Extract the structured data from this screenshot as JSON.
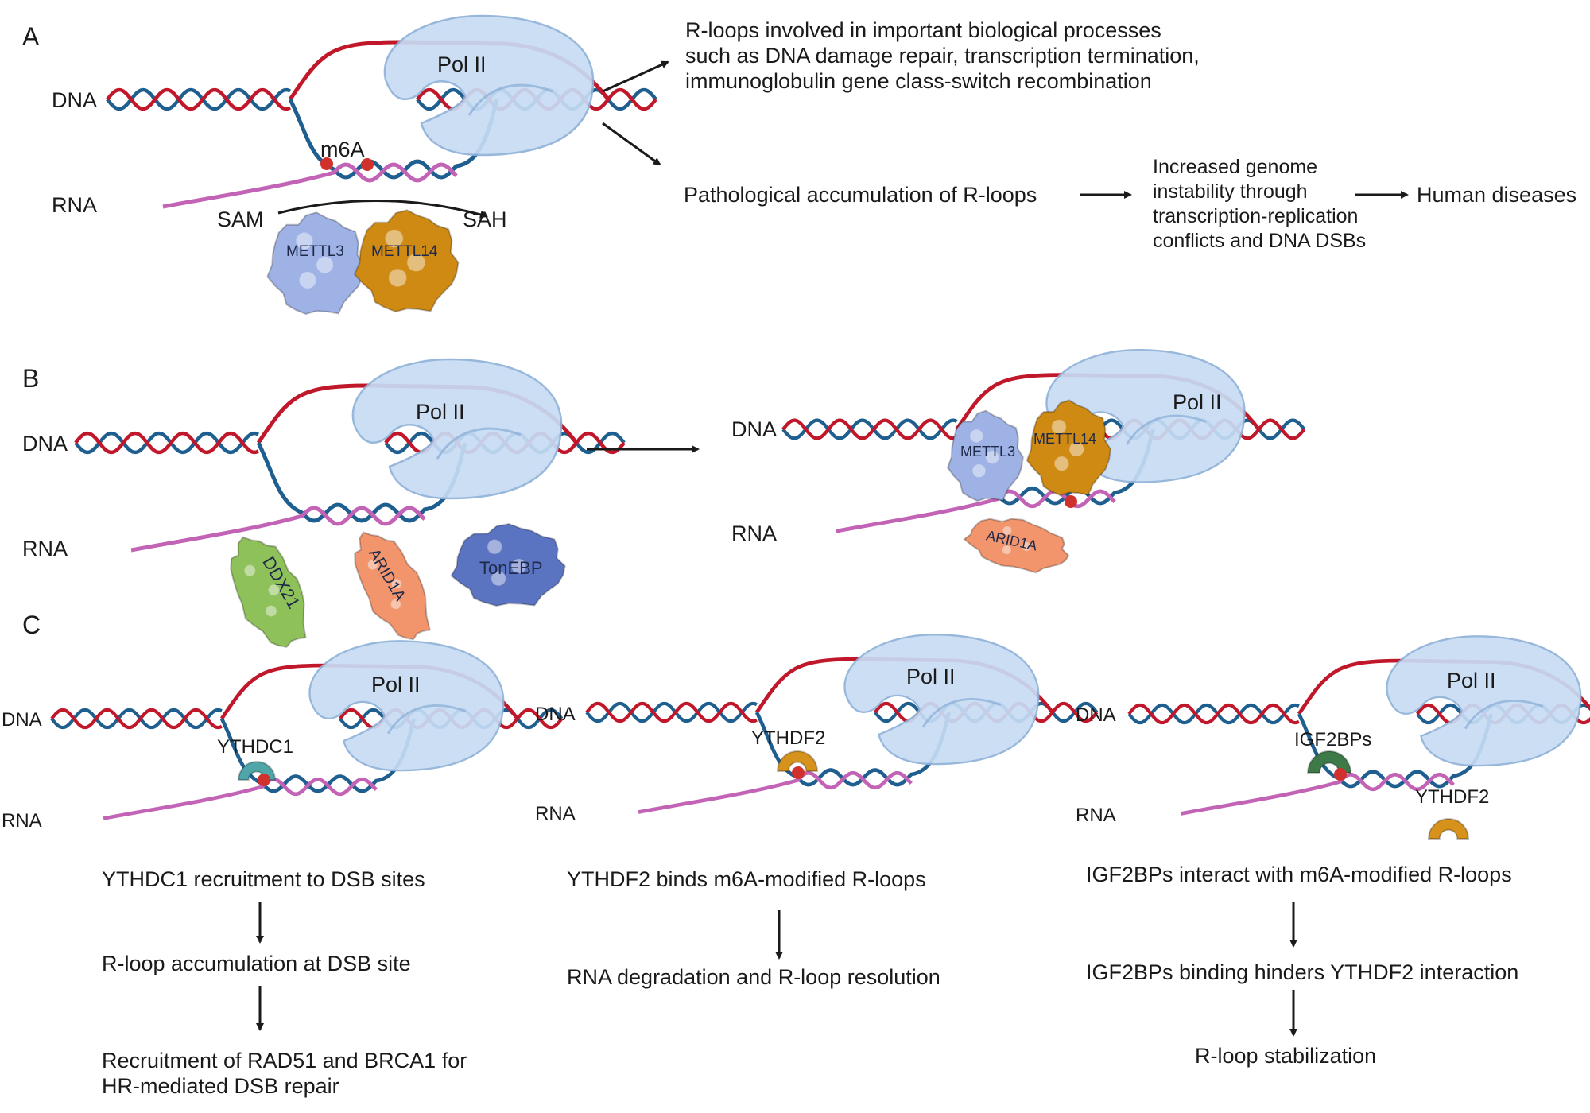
{
  "colors": {
    "dna_red": "#c0182a",
    "dna_blue": "#1f5f8f",
    "rna": "#c263b5",
    "pol2": "#c7dcf4",
    "m6a": "#d0312d",
    "mettl3": "#9fb2e6",
    "mettl14": "#cf8a14",
    "arid1a": "#f2956d",
    "ddx21": "#8fc15a",
    "tonebp": "#5b74c2",
    "ythdc1": "#4fa6a8",
    "ythdf2": "#d6921a",
    "igf2bps": "#3d7a48"
  },
  "icons": [
    "dna-helix-icon",
    "rna-strand-icon",
    "pol-ii-icon",
    "m6a-mark-icon",
    "protein-blob-icon",
    "arrow-icon"
  ],
  "panels": {
    "A": {
      "letter": "A",
      "dna": "DNA",
      "rna": "RNA",
      "pol": "Pol II",
      "m6a": "m6A",
      "sam": "SAM",
      "sah": "SAH",
      "mettl3": "METTL3",
      "mettl14": "METTL14",
      "outcome1": "R-loops involved in important biological processes such as DNA damage repair, transcription termination, immunoglobulin gene class-switch recombination",
      "outcome2": "Pathological accumulation of R-loops",
      "outcome3": "Increased genome instability through transcription-replication conflicts and DNA DSBs",
      "outcome4": "Human diseases"
    },
    "B": {
      "letter": "B",
      "dna": "DNA",
      "rna": "RNA",
      "pol": "Pol II",
      "ddx21": "DDX21",
      "arid1a": "ARID1A",
      "tonebp": "TonEBP",
      "dna2": "DNA",
      "rna2": "RNA",
      "pol2": "Pol II",
      "mettl3": "METTL3",
      "mettl14": "METTL14",
      "arid1a2": "ARID1A"
    },
    "C": {
      "letter": "C",
      "left": {
        "dna": "DNA",
        "rna": "RNA",
        "pol": "Pol II",
        "reader": "YTHDC1",
        "steps": [
          "YTHDC1 recruitment to DSB sites",
          "R-loop accumulation at DSB site",
          "Recruitment of RAD51 and BRCA1 for HR-mediated DSB repair"
        ]
      },
      "middle": {
        "dna": "DNA",
        "rna": "RNA",
        "pol": "Pol II",
        "reader": "YTHDF2",
        "steps": [
          "YTHDF2 binds m6A-modified R-loops",
          "RNA degradation and R-loop resolution"
        ]
      },
      "right": {
        "dna": "DNA",
        "rna": "RNA",
        "pol": "Pol II",
        "reader": "IGF2BPs",
        "reader2": "YTHDF2",
        "steps": [
          "IGF2BPs interact with m6A-modified R-loops",
          "IGF2BPs binding hinders YTHDF2 interaction",
          "R-loop stabilization"
        ]
      }
    }
  }
}
